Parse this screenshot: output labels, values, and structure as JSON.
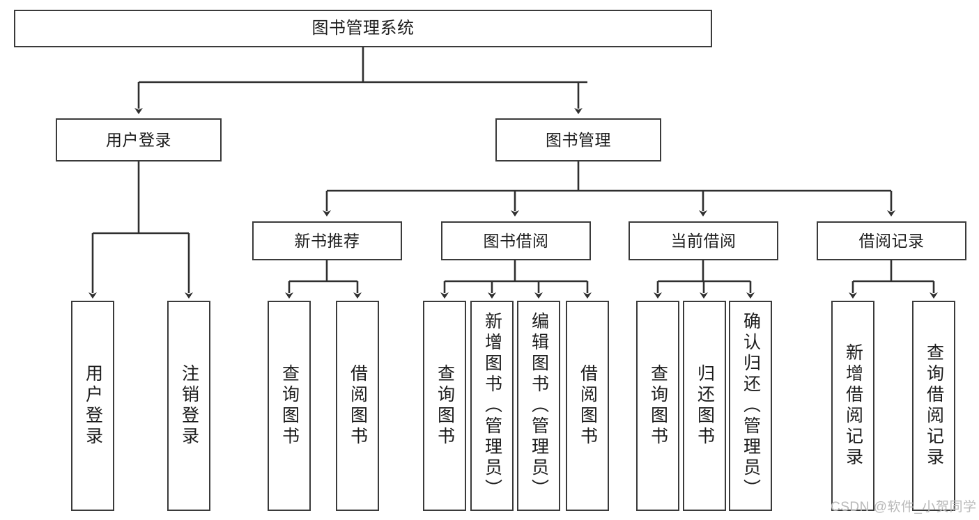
{
  "diagram": {
    "type": "tree-hierarchy",
    "title": "图书管理系统",
    "root": {
      "label": "图书管理系统"
    },
    "level2": [
      {
        "label": "用户登录"
      },
      {
        "label": "图书管理"
      }
    ],
    "level3": [
      {
        "label": "新书推荐"
      },
      {
        "label": "图书借阅"
      },
      {
        "label": "当前借阅"
      },
      {
        "label": "借阅记录"
      }
    ],
    "leaves": {
      "user_login": [
        {
          "label": "用户登录"
        },
        {
          "label": "注销登录"
        }
      ],
      "new_book_recommend": [
        {
          "label": "查询图书"
        },
        {
          "label": "借阅图书"
        }
      ],
      "book_borrow": [
        {
          "label": "查询图书"
        },
        {
          "label": "新增图书（管理员）"
        },
        {
          "label": "编辑图书（管理员）"
        },
        {
          "label": "借阅图书"
        }
      ],
      "current_borrow": [
        {
          "label": "查询图书"
        },
        {
          "label": "归还图书"
        },
        {
          "label": "确认归还（管理员）"
        }
      ],
      "borrow_record": [
        {
          "label": "新增借阅记录"
        },
        {
          "label": "查询借阅记录"
        }
      ]
    }
  },
  "watermark": {
    "text": "CSDN @软件_小贺同学"
  },
  "colors": {
    "border": "#3a3a3a",
    "text": "#1c1c1c",
    "background": "#ffffff",
    "watermark": "#b9b9b9"
  }
}
